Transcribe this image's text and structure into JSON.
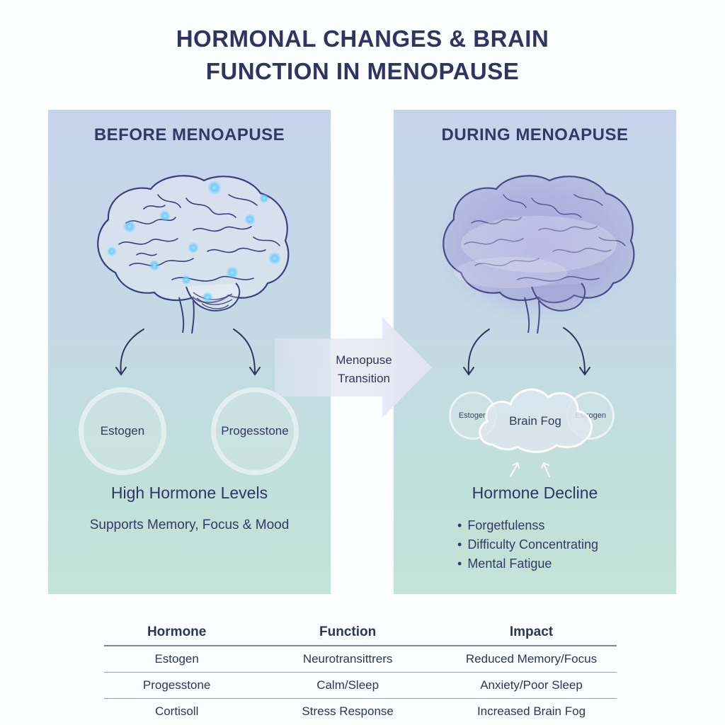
{
  "title_line1": "HORMONAL CHANGES & BRAIN",
  "title_line2": "FUNCTION IN MENOPAUSE",
  "before": {
    "heading": "BEFORE MENOAPUSE",
    "hormone_left": "Estogen",
    "hormone_right": "Progesstone",
    "level_label": "High Hormone Levels",
    "support_label": "Supports Memory, Focus & Mood"
  },
  "transition": {
    "line1": "Menopuse",
    "line2": "Transition"
  },
  "during": {
    "heading": "DURING MENOAPUSE",
    "hormone_left": "Estogen",
    "hormone_right": "Estrogen",
    "fog_label": "Brain Fog",
    "level_label": "Hormone Decline",
    "symptoms": [
      "Forgetfulenss",
      "Difficulty Concentrating",
      "Mental Fatigue"
    ]
  },
  "table": {
    "headers": [
      "Hormone",
      "Function",
      "Impact"
    ],
    "rows": [
      [
        "Estogen",
        "Neurotransittrers",
        "Reduced Memory/Focus"
      ],
      [
        "Progesstone",
        "Calm/Sleep",
        "Anxiety/Poor Sleep"
      ],
      [
        "Cortisoll",
        "Stress Response",
        "Increased Brain Fog"
      ]
    ]
  },
  "colors": {
    "text": "#2f3461",
    "brain_outline": "#3b3f7a",
    "neuron_glow": "#5cc8ff",
    "panel_top": "#c7d3ea",
    "panel_bottom": "#c4e2d6"
  },
  "icons": {
    "brain_before": "brain-icon",
    "brain_during": "foggy-brain-icon",
    "cloud": "cloud-icon"
  }
}
